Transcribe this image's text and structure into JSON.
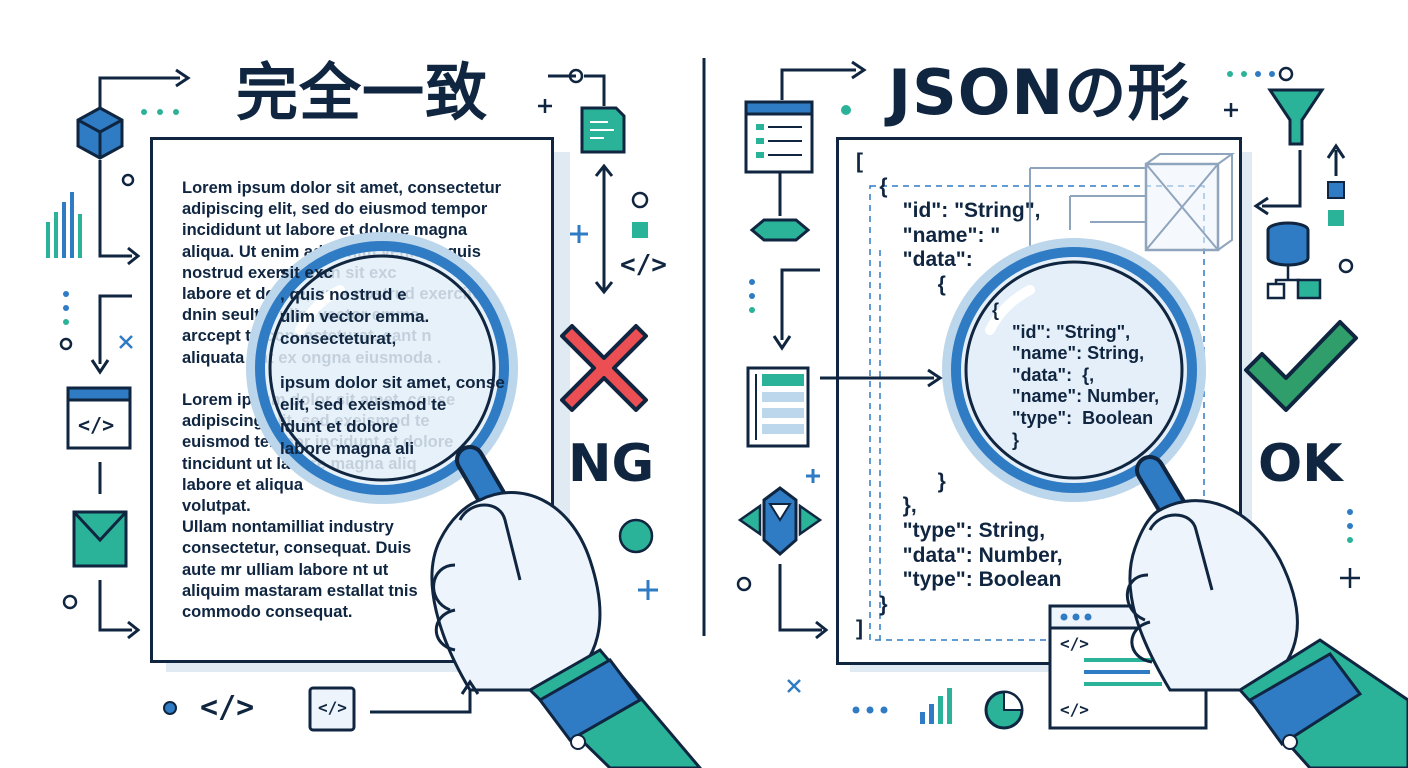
{
  "left": {
    "title": "完全一致",
    "lorem_block_1": "Lorem ipsum dolor sit amet, consectetur\nadipiscing elit, sed do eiusmod tempor\nincididunt ut labore et dolore magna\naliqua. Ut enim ad minim veniam, quis\nnostrud exercitation sit exc\nlabore et dolore, quis nostrud exercite\ndnin seultat ulim vector emma.\narccept to consecteturat, eant n\naliquata ant ex ongna eiusmoda .",
    "lorem_block_2": "Lorem ipsum dolor sit amet, conse\nadipiscing elit, sed exeismod te\neuismod tempor incidunt et dolore\ntincidunt ut labore magna aliq\nlabore et aliqua\nvolutpat.\nUllam nontamilliat industry\nconsectetur, consequat. Duis\naute mr ulliam labore nt ut\naliquim mastaram estallat tnis\ncommodo consequat.",
    "lens_text": "sit exc\n, quis nostrud e\nulim vector emma.\nconsecteturat,\n\nipsum dolor sit amet, conse\nelit, sed exeismod te\nidunt et dolore\nlabore magna ali",
    "verdict": "NG"
  },
  "right": {
    "title": "JSONの形",
    "json_main": "[\n    {\n        \"id\": \"String\",\n        \"name\": \"\n        \"data\":\n              {\n\n\n\n\n\n\n\n              }\n        },\n        \"type\": String,\n        \"data\": Number,\n        \"type\": Boolean\n    }\n]",
    "lens_json": "{\n    \"id\": \"String\",\n    \"name\": String,\n    \"data\":  {,\n    \"name\": Number,\n    \"type\":  Boolean\n    }",
    "verdict": "OK"
  },
  "icons": {
    "code_glyph": "</>"
  },
  "colors": {
    "navy": "#0f2540",
    "blue": "#2f7bc4",
    "teal": "#2bb39a",
    "red": "#ec4f53",
    "green": "#2f9e6b",
    "light_blue": "#dfeaf3"
  }
}
